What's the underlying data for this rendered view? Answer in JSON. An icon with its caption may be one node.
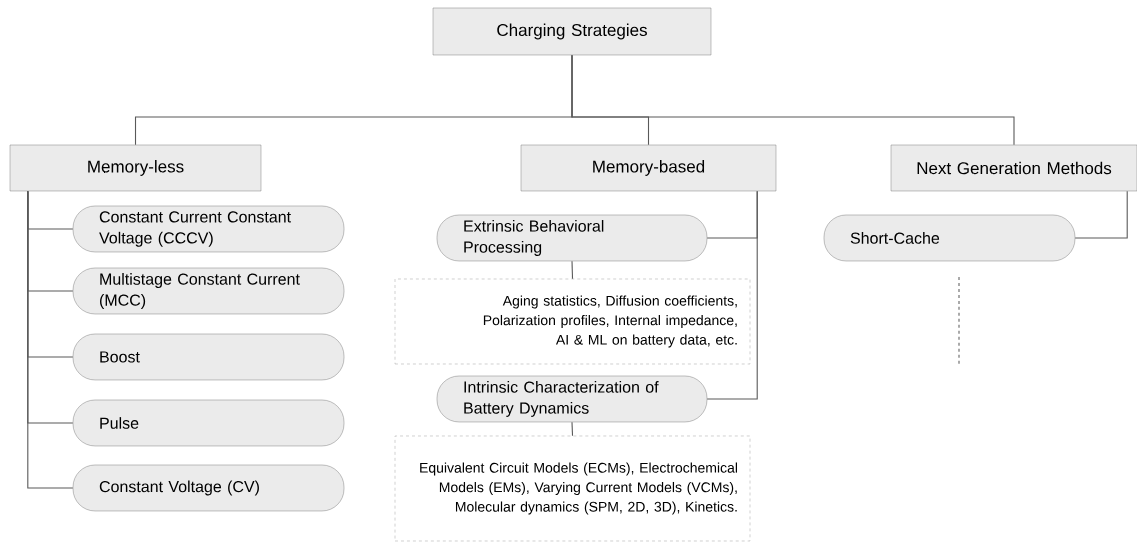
{
  "diagram": {
    "nodes": [
      {
        "text": [
          "Charging Strategies"
        ]
      },
      {
        "text": [
          "Memory-less"
        ]
      },
      {
        "text": [
          "Memory-based"
        ]
      },
      {
        "text": [
          "Next Generation Methods"
        ]
      },
      {
        "text": [
          "Constant Current Constant Voltage (CCCV)"
        ]
      },
      {
        "text": [
          "Multistage Constant Current (MCC)"
        ]
      },
      {
        "text": [
          "Boost"
        ]
      },
      {
        "text": [
          "Pulse"
        ]
      },
      {
        "text": [
          "Constant Voltage (CV)"
        ]
      },
      {
        "text": [
          "Extrinsic Behavioral Processing"
        ]
      },
      {
        "text": [
          "Aging statistics, Diffusion coefficients, Polarization profiles, Internal impedance, AI & ML on battery data, etc."
        ]
      },
      {
        "text": [
          "Intrinsic Characterization of Battery Dynamics"
        ]
      },
      {
        "text": [
          "Equivalent Circuit Models (ECMs), Electrochemical Models (EMs), Varying Current Models (VCMs), Molecular dynamics (SPM, 2D, 3D), Kinetics."
        ]
      },
      {
        "text": [
          "Short-Cache"
        ]
      }
    ],
    "edges": [
      {
        "from": 0,
        "to": 1,
        "arrow": "none"
      },
      {
        "from": 0,
        "to": 2,
        "arrow": "none"
      },
      {
        "from": 0,
        "to": 3,
        "arrow": "none"
      },
      {
        "from": 1,
        "to": 4,
        "arrow": "none"
      },
      {
        "from": 1,
        "to": 5,
        "arrow": "none"
      },
      {
        "from": 1,
        "to": 6,
        "arrow": "none"
      },
      {
        "from": 1,
        "to": 7,
        "arrow": "none"
      },
      {
        "from": 1,
        "to": 8,
        "arrow": "none"
      },
      {
        "from": 2,
        "to": 9,
        "arrow": "none"
      },
      {
        "from": 2,
        "to": 11,
        "arrow": "none"
      },
      {
        "from": 9,
        "to": 10,
        "arrow": "none"
      },
      {
        "from": 11,
        "to": 12,
        "arrow": "none"
      },
      {
        "from": 3,
        "to": 13,
        "arrow": "none"
      }
    ]
  }
}
